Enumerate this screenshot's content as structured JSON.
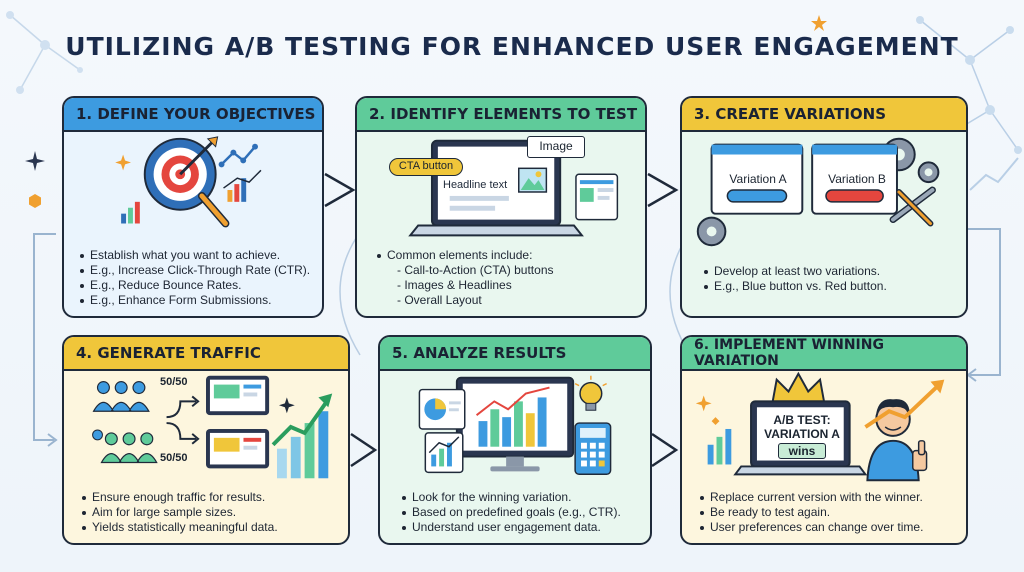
{
  "title": "UTILIZING A/B TESTING FOR ENHANCED USER ENGAGEMENT",
  "colors": {
    "step1": "#3d9be0",
    "step2": "#5fcb9a",
    "step3": "#f0c63a",
    "step4": "#f0c63a",
    "step5": "#5fcb9a",
    "step6": "#5fcb9a",
    "body_blue": "#eaf4fd",
    "body_green": "#e9f7ef",
    "body_yellow": "#fdf6de",
    "border": "#1f2a3a"
  },
  "steps": [
    {
      "header": "1. DEFINE YOUR OBJECTIVES",
      "icons": [
        "target-icon",
        "magnifier-icon",
        "bar-chart-icon",
        "line-chart-icon"
      ],
      "bullets": [
        "Establish what you want to achieve.",
        "E.g., Increase Click-Through Rate (CTR).",
        "E.g., Reduce Bounce Rates.",
        "E.g., Enhance Form Submissions."
      ]
    },
    {
      "header": "2. IDENTIFY ELEMENTS TO TEST",
      "labels": {
        "image": "Image",
        "cta": "CTA button",
        "headline": "Headline text"
      },
      "bullets": [
        "Common elements include:"
      ],
      "sub_bullets": [
        "- Call-to-Action (CTA) buttons",
        "- Images & Headlines",
        "- Overall Layout"
      ]
    },
    {
      "header": "3. CREATE VARIATIONS",
      "labels": {
        "variation_a": "Variation A",
        "variation_b": "Variation B"
      },
      "bullets": [
        "Develop at least two variations.",
        "E.g., Blue button vs. Red button."
      ]
    },
    {
      "header": "4. GENERATE TRAFFIC",
      "labels": {
        "split_top": "50/50",
        "split_bottom": "50/50"
      },
      "bullets": [
        "Ensure enough traffic for results.",
        "Aim for large sample sizes.",
        "Yields statistically meaningful data."
      ]
    },
    {
      "header": "5. ANALYZE RESULTS",
      "bullets": [
        "Look for the winning variation.",
        "Based on predefined goals (e.g., CTR).",
        "Understand user engagement data."
      ]
    },
    {
      "header": "6. IMPLEMENT WINNING VARIATION",
      "labels": {
        "screen_line1": "A/B TEST:",
        "screen_line2": "VARIATION A",
        "badge": "wins"
      },
      "bullets": [
        "Replace current version with the winner.",
        "Be ready to test again.",
        "User preferences can change over time."
      ]
    }
  ]
}
